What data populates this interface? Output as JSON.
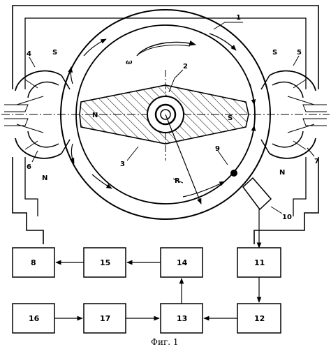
{
  "labels": {
    "l1": "1",
    "l2": "2",
    "l3": "3",
    "l4": "4",
    "l5": "5",
    "l6": "6",
    "l7": "7",
    "l9": "9",
    "l10": "10",
    "omega": "ω",
    "r": "R",
    "s_left": "S",
    "s_right": "S",
    "s_bar": "S",
    "n_left": "N",
    "n_right": "N",
    "n_bar": "N"
  },
  "blocks": {
    "b8": "8",
    "b15": "15",
    "b14": "14",
    "b11": "11",
    "b16": "16",
    "b17": "17",
    "b13": "13",
    "b12": "12"
  },
  "caption": "Фиг. 1"
}
